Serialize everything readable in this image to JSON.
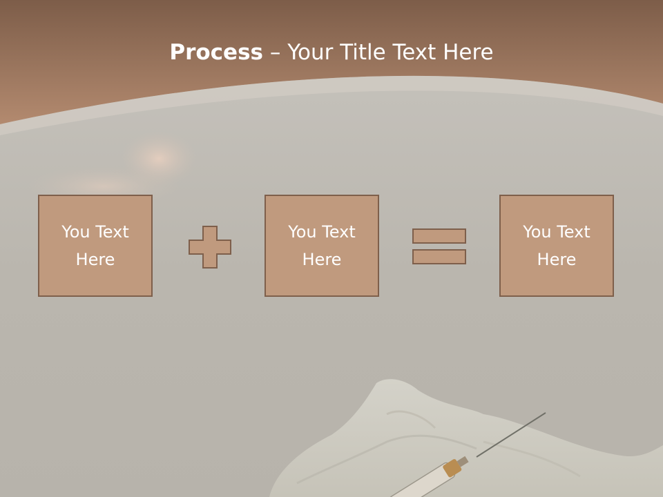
{
  "title": {
    "bold": "Process",
    "rest": " – Your Title Text Here"
  },
  "boxes": [
    {
      "label": "You Text Here"
    },
    {
      "label": "You Text Here"
    },
    {
      "label": "You Text Here"
    }
  ],
  "operators": [
    "plus-icon",
    "equals-icon"
  ],
  "colors": {
    "header": "#9c7257",
    "box_fill": "#c09a7e",
    "box_border": "#7e5f4b",
    "background": "#b9b5ad",
    "text": "#ffffff"
  }
}
